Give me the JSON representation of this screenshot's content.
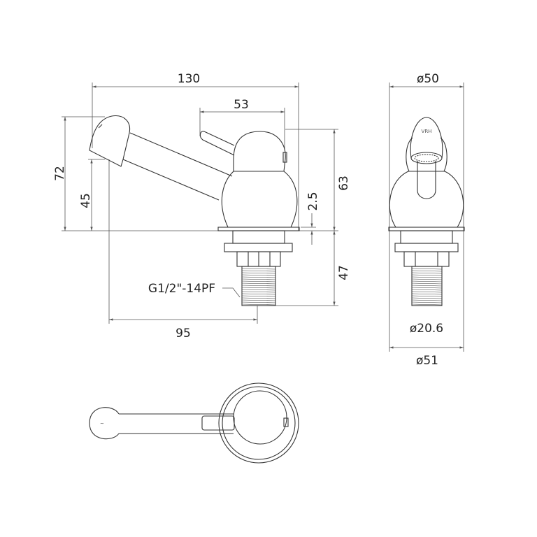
{
  "title": "Basin tap technical drawing",
  "side_view": {
    "dim_width_total": "130",
    "dim_lever_offset": "53",
    "dim_height_total": "72",
    "dim_spout_height": "45",
    "dim_body_height": "63",
    "dim_plate": "2.5",
    "dim_shank_length": "47",
    "dim_spout_reach": "95",
    "thread_label": "G1/2\"-14PF"
  },
  "front_view": {
    "dim_body_diameter": "ø50",
    "dim_thread_diameter": "ø20.6",
    "dim_base_diameter": "ø51",
    "brand_mark": "VRH"
  },
  "colors": {
    "line": "#333333",
    "dimension": "#555555"
  }
}
